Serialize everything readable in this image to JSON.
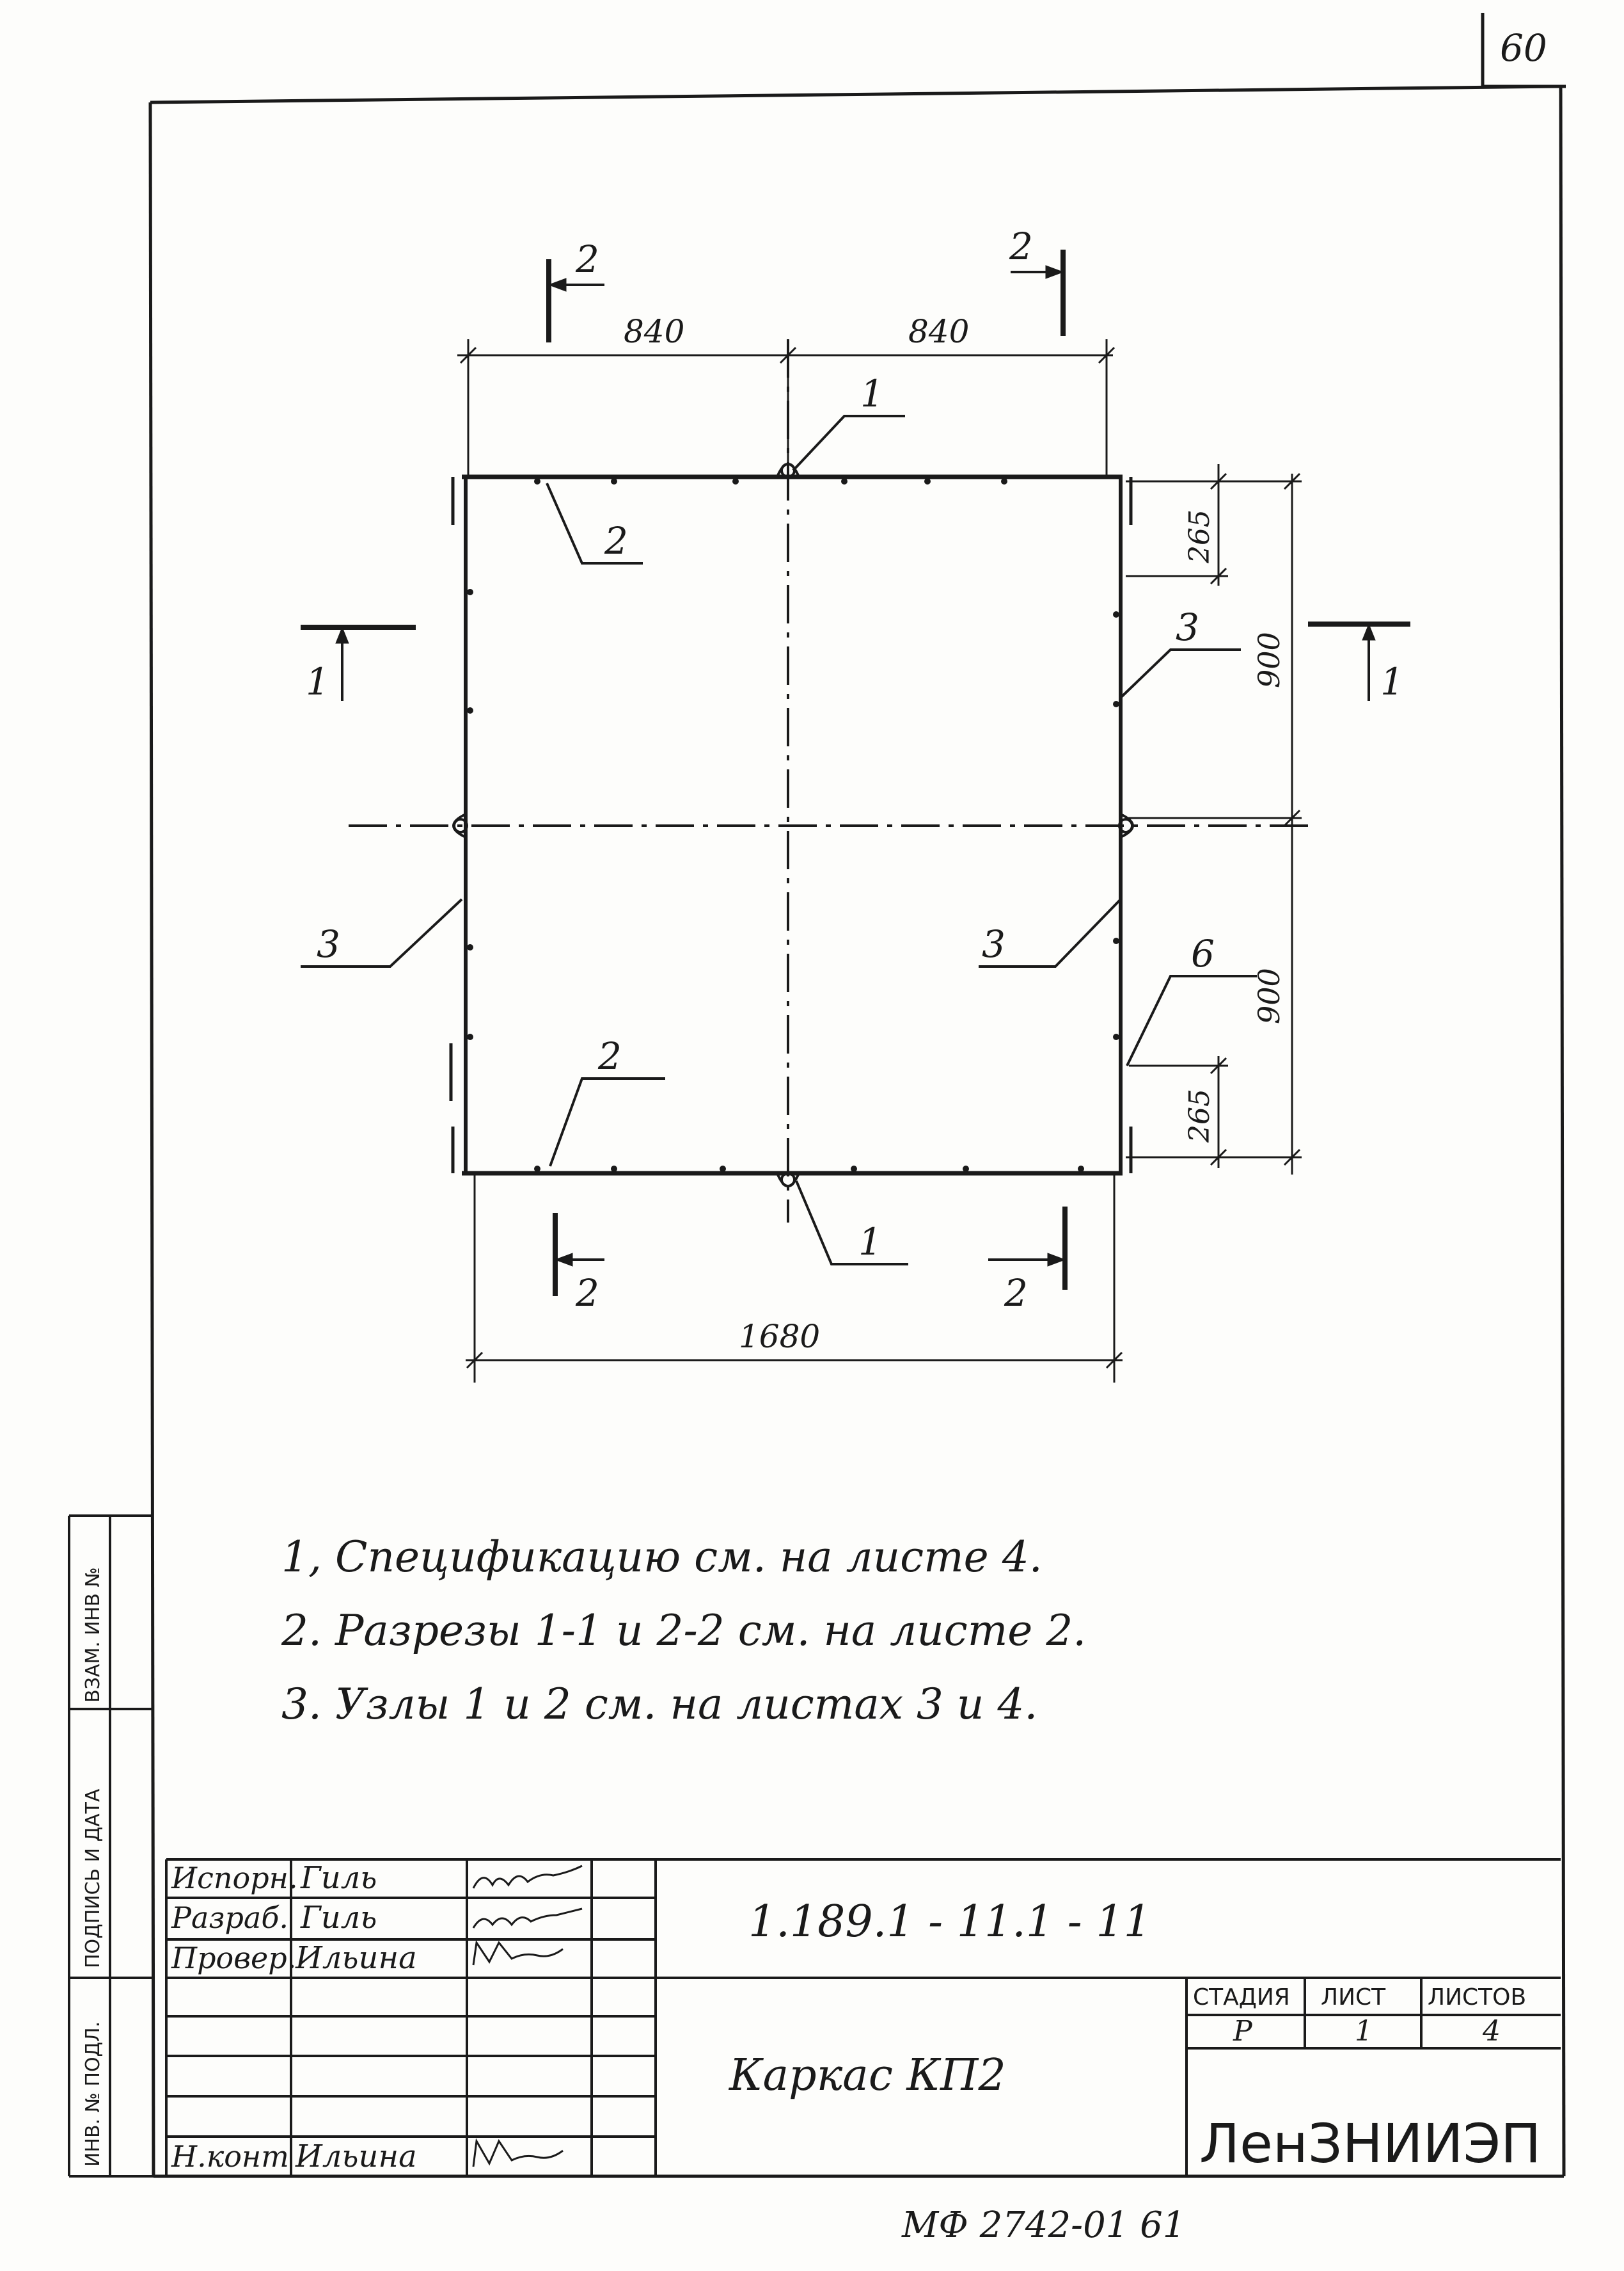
{
  "sheet_corner_number": "60",
  "drawing": {
    "dimensions": {
      "top_left": "840",
      "top_right": "840",
      "bottom_overall": "1680",
      "right_upper": "900",
      "right_lower": "900",
      "right_top_offset": "265",
      "right_bottom_offset": "265"
    },
    "section_marks": {
      "s2_top_left": "2",
      "s2_top_right": "2",
      "s2_bottom_left": "2",
      "s2_bottom_right": "2",
      "s1_left": "1",
      "s1_right": "1"
    },
    "callouts": {
      "top_1": "1",
      "bottom_1": "1",
      "top_2": "2",
      "bottom_2": "2",
      "left_3": "3",
      "right_3_upper": "3",
      "right_3_lower": "3",
      "right_6": "6"
    }
  },
  "notes": [
    "1, Спецификацию см. на листе 4.",
    "2. Разрезы 1-1 и 2-2 см. на листе 2.",
    "3. Узлы 1 и 2 см. на листах 3 и 4."
  ],
  "left_strip": {
    "inv_orig": "ИНВ. № ПОДЛ.",
    "sign_date": "ПОДПИСЬ И ДАТА",
    "inv_repl": "ВЗАМ. ИНВ №"
  },
  "title_block": {
    "roles": [
      "Испорн.",
      "Разраб.",
      "Провер.",
      "",
      "",
      "",
      "Н.конт"
    ],
    "names": [
      "Гиль",
      "Гиль",
      "Ильина",
      "",
      "",
      "",
      "Ильина"
    ],
    "code": "1.189.1 - 11.1 - 11",
    "title": "Каркас КП2",
    "stage_header": "СТАДИЯ",
    "sheet_header": "ЛИСТ",
    "sheets_header": "ЛИСТОВ",
    "stage": "Р",
    "sheet": "1",
    "sheets": "4",
    "org": "ЛенЗНИИЭП"
  },
  "bottom_stamp": "МФ 2742-01 61"
}
